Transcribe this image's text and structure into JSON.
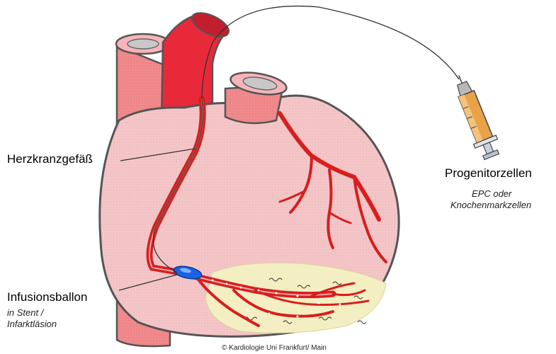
{
  "labels": {
    "coronary_vessel": "Herzkranzgefäß",
    "progenitor_cells": "Progenitorzellen",
    "epc_line1": "EPC oder",
    "epc_line2": "Knochenmarkzellen",
    "infusion_balloon": "Infusionsballon",
    "stent_line1": "in Stent /",
    "stent_line2": "Infarktläsion",
    "copyright": "© Kardiologie Uni Frankfurt/ Main"
  },
  "colors": {
    "heart_fill": "#f4c6c8",
    "vessel_fill": "#f08a8c",
    "artery_red": "#e8293a",
    "coronary_red": "#d81e1e",
    "infarct_zone": "#f3efc2",
    "balloon_blue": "#1a63e6",
    "outline": "#555555"
  }
}
